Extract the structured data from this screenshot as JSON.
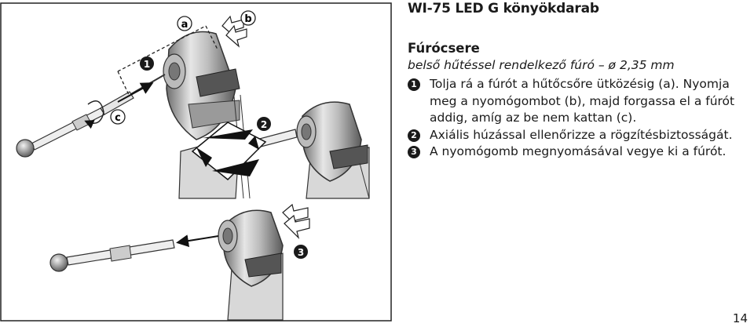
{
  "heading": "WI-75 LED G könyökdarab",
  "section_title": "Fúrócsere",
  "subtitle": "belső hűtéssel rendelkező fúró – ø 2,35 mm",
  "steps": [
    {
      "marker": "1",
      "text": "Tolja rá a fúrót a hűtőcsőre ütközésig (a). Nyomja meg a nyomógombot (b), majd forgassa el a fúrót addig, amíg az be nem kattan (c)."
    },
    {
      "marker": "2",
      "text": "Axiális húzással ellenőrizze a rögzítésbiztosságát."
    },
    {
      "marker": "3",
      "text": "A nyomógomb megnyomásával vegye ki a fúrót."
    }
  ],
  "figure_labels": {
    "a": "a",
    "b": "b",
    "c": "c",
    "step1": "1",
    "step2": "2",
    "step3": "3"
  },
  "page_number": "14"
}
